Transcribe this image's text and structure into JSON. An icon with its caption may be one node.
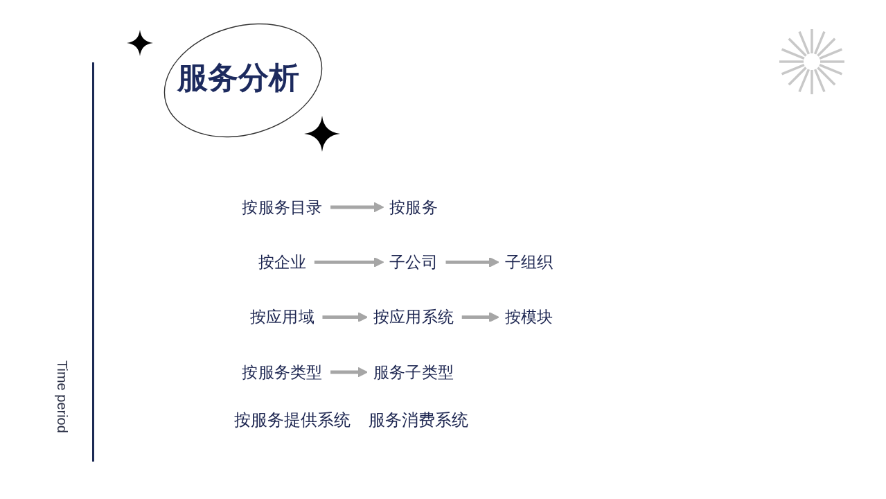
{
  "diagram": {
    "title": "服务分析",
    "nodes": [
      {
        "text": [
          "按服务目录"
        ]
      },
      {
        "text": [
          "按服务"
        ]
      },
      {
        "text": [
          "按企业"
        ]
      },
      {
        "text": [
          "子公司"
        ]
      },
      {
        "text": [
          "子组织"
        ]
      },
      {
        "text": [
          "按应用域"
        ]
      },
      {
        "text": [
          "按应用系统"
        ]
      },
      {
        "text": [
          "按模块"
        ]
      },
      {
        "text": [
          "按服务类型"
        ]
      },
      {
        "text": [
          "服务子类型"
        ]
      }
    ],
    "edges": [
      {
        "from": 0,
        "to": 1,
        "arrow": "to"
      },
      {
        "from": 2,
        "to": 3,
        "arrow": "to"
      },
      {
        "from": 3,
        "to": 4,
        "arrow": "to"
      },
      {
        "from": 5,
        "to": 6,
        "arrow": "to"
      },
      {
        "from": 6,
        "to": 7,
        "arrow": "to"
      },
      {
        "from": 8,
        "to": 9,
        "arrow": "to"
      }
    ],
    "labels": [
      "Time period",
      "按服务提供系统",
      "服务消费系统"
    ]
  }
}
